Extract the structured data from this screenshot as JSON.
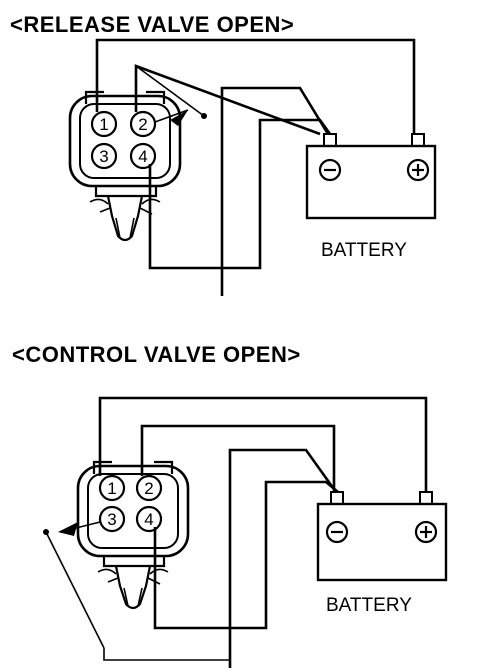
{
  "diagrams": [
    {
      "title": "<RELEASE VALVE OPEN>",
      "battery_label": "BATTERY",
      "pins": [
        "1",
        "2",
        "3",
        "4"
      ]
    },
    {
      "title": "<CONTROL VALVE OPEN>",
      "battery_label": "BATTERY",
      "pins": [
        "1",
        "2",
        "3",
        "4"
      ]
    }
  ]
}
